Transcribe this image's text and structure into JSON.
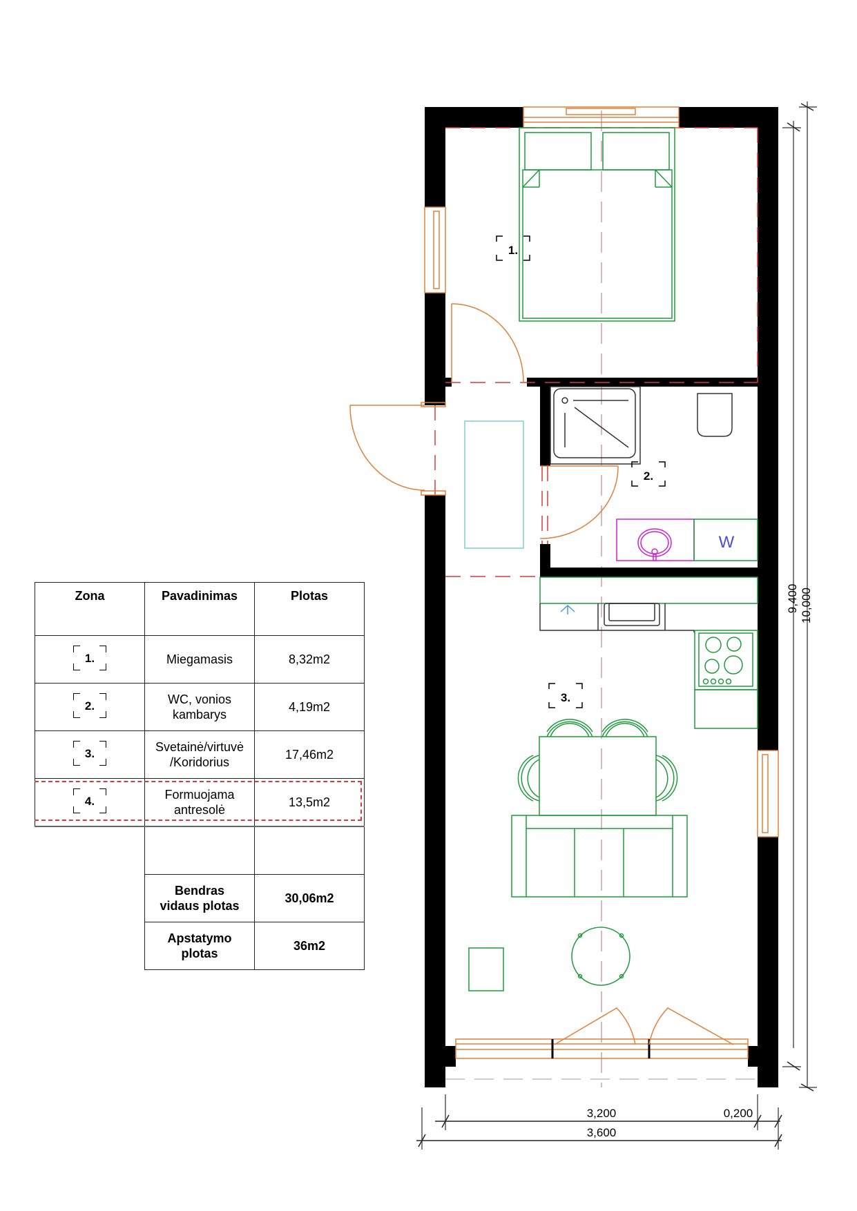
{
  "table": {
    "headers": {
      "zone": "Zona",
      "name": "Pavadinimas",
      "area": "Plotas"
    },
    "rows": [
      {
        "zone": "1.",
        "name_line1": "Miegamasis",
        "name_line2": "",
        "area": "8,32m2"
      },
      {
        "zone": "2.",
        "name_line1": "WC, vonios",
        "name_line2": "kambarys",
        "area": "4,19m2"
      },
      {
        "zone": "3.",
        "name_line1": "Svetainė/virtuvė",
        "name_line2": "/Koridorius",
        "area": "17,46m2"
      },
      {
        "zone": "4.",
        "name_line1": "Formuojama",
        "name_line2": "antresolė",
        "area": "13,5m2",
        "dashed": true
      }
    ],
    "totals": [
      {
        "label_line1": "Bendras",
        "label_line2": "vidaus plotas",
        "value": "30,06m2"
      },
      {
        "label_line1": "Apstatymo",
        "label_line2": "plotas",
        "value": "36m2"
      }
    ]
  },
  "plan": {
    "zone_labels": [
      "1.",
      "2.",
      "3."
    ],
    "washer_label": "W",
    "dimensions": {
      "inner_width": "3,200",
      "wall_thickness": "0,200",
      "outer_width": "3,600",
      "inner_length": "9,400",
      "outer_length": "10,000"
    },
    "colors": {
      "wall": "#000000",
      "furniture": "#1f9a3c",
      "door_window": "#e0803a",
      "sanitary": "#d21fd2",
      "washer_text": "#4a4fd0",
      "mezzanine_dash": "#d23c3c",
      "rug": "#7fd0cc",
      "axis": "#c9a0a8"
    }
  }
}
